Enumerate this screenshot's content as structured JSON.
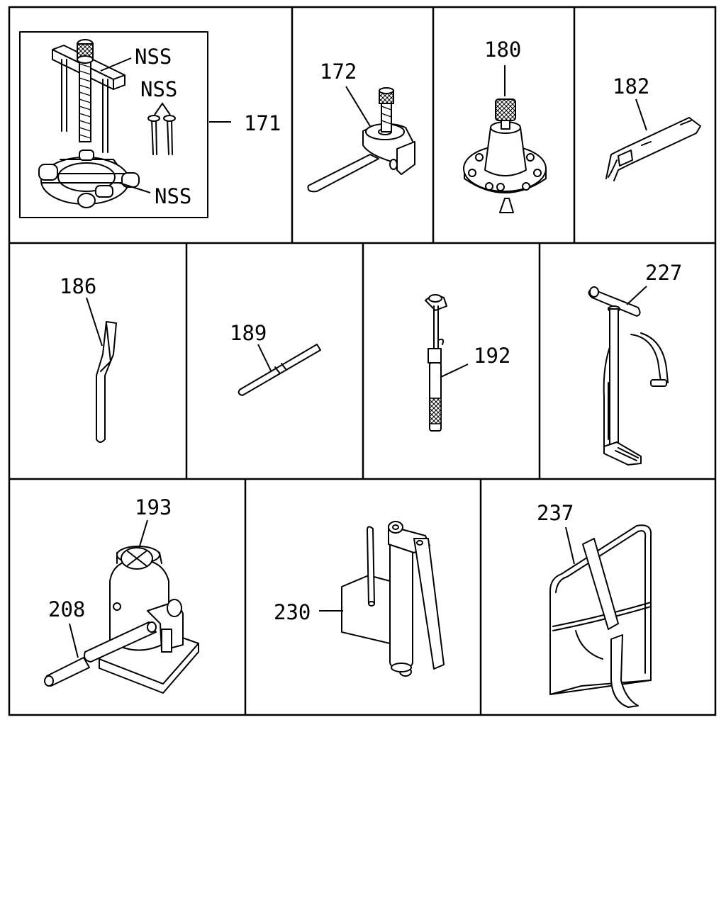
{
  "labels": {
    "nss_top": "NSS",
    "nss_bolts": "NSS",
    "nss_bottom": "NSS",
    "p171": "171",
    "p172": "172",
    "p180": "180",
    "p182": "182",
    "p186": "186",
    "p189": "189",
    "p192": "192",
    "p227": "227",
    "p193": "193",
    "p208": "208",
    "p230": "230",
    "p237": "237"
  }
}
